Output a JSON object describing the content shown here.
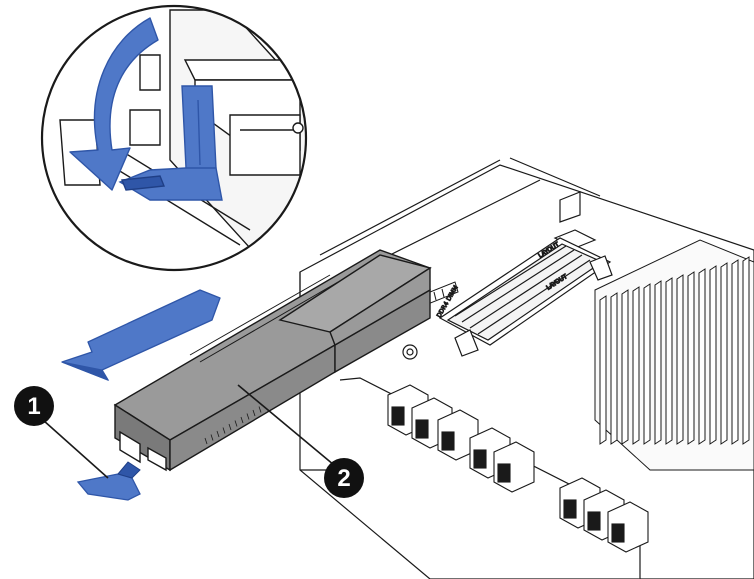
{
  "callouts": [
    {
      "number": "1"
    },
    {
      "number": "2"
    }
  ],
  "board_labels": {
    "slot_label_top": "LAYOUT",
    "slot_label_bottom": "LAYOUT",
    "connector_label": "DDR4 DIMM"
  },
  "colors": {
    "accent_arrow": "#4f78c8",
    "accent_arrow_dark": "#2f56a8",
    "battery_top": "#9a9a9a",
    "battery_side": "#7a7a7a",
    "line": "#1a1a1a",
    "callout_fill": "#111111"
  },
  "icons": [
    "curved-arrow-icon",
    "straight-arrow-icon",
    "release-latch-icon",
    "magnifier-circle-icon"
  ]
}
